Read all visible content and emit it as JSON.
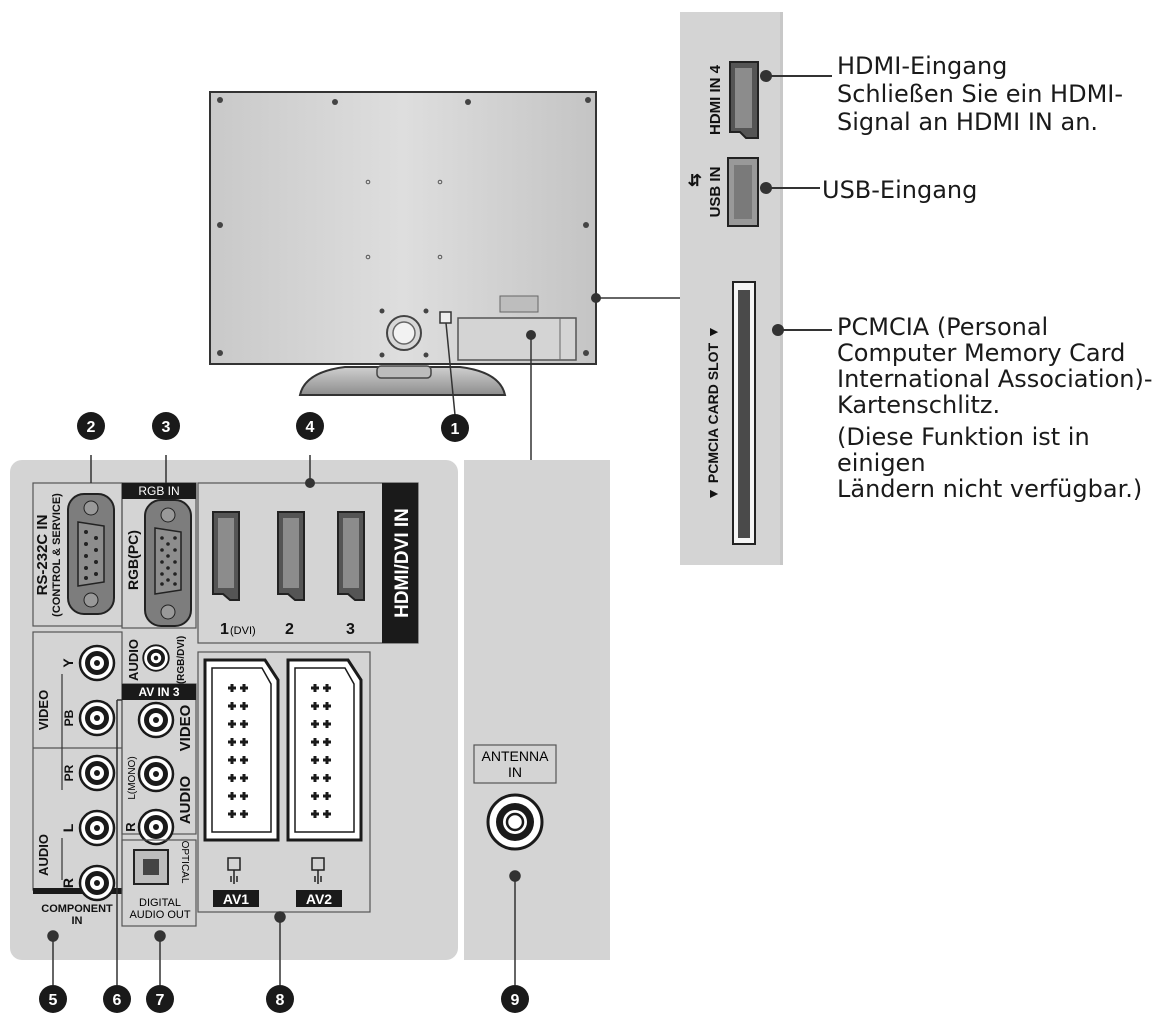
{
  "callouts": {
    "hdmi_title": "HDMI-Eingang",
    "hdmi_desc_1": "Schließen Sie ein HDMI-",
    "hdmi_desc_2": "Signal an HDMI IN an.",
    "usb_title": "USB-Eingang",
    "pcmcia_1": "PCMCIA (Personal",
    "pcmcia_2": "Computer Memory Card",
    "pcmcia_3": "International Association)-",
    "pcmcia_4": "Kartenschlitz.",
    "pcmcia_note_1": "(Diese Funktion ist in einigen",
    "pcmcia_note_2": "Ländern nicht verfügbar.)"
  },
  "side_panel": {
    "hdmi_in_4": "HDMI IN 4",
    "usb_in": "USB IN",
    "pcmcia_slot": "▼ PCMCIA CARD SLOT ▼"
  },
  "rear_panel": {
    "rs232_line1": "RS-232C IN",
    "rs232_line2": "(CONTROL & SERVICE)",
    "rgb_in": "RGB IN",
    "rgb_pc": "RGB(PC)",
    "audio_rgb": "AUDIO",
    "audio_rgb_sub": "(RGB/DVI)",
    "hdmi_dvi_in": "HDMI/DVI IN",
    "hdmi_1": "1",
    "hdmi_1_sub": "(DVI)",
    "hdmi_2": "2",
    "hdmi_3": "3",
    "video": "VIDEO",
    "y": "Y",
    "pb": "PB",
    "pr": "PR",
    "audio": "AUDIO",
    "l": "L",
    "r": "R",
    "component_in_1": "COMPONENT",
    "component_in_2": "IN",
    "av_in_3": "AV IN 3",
    "av3_video": "VIDEO",
    "av3_audio": "AUDIO",
    "l_mono": "L(MONO)",
    "av3_r": "R",
    "optical": "OPTICAL",
    "digital_audio_out_1": "DIGITAL",
    "digital_audio_out_2": "AUDIO OUT",
    "av1": "AV1",
    "av2": "AV2",
    "antenna_1": "ANTENNA",
    "antenna_2": "IN"
  },
  "numbers": [
    "1",
    "2",
    "3",
    "4",
    "5",
    "6",
    "7",
    "8",
    "9"
  ]
}
